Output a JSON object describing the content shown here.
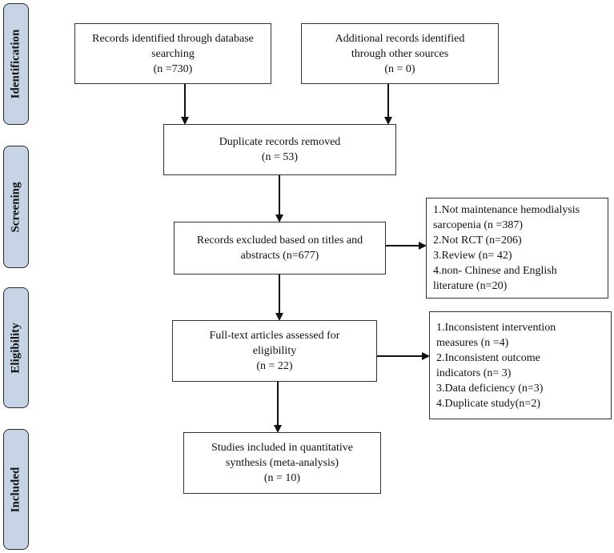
{
  "phases": {
    "identification": "Identification",
    "screening": "Screening",
    "eligibility": "Eligibility",
    "included": "Included"
  },
  "boxes": {
    "database": [
      "Records identified through database",
      "searching",
      "(n =730)"
    ],
    "other_sources": [
      "Additional records identified",
      "through other sources",
      "(n = 0)"
    ],
    "duplicates": [
      "Duplicate records removed",
      "(n = 53)"
    ],
    "excluded_titles": [
      "Records excluded based on titles and",
      "abstracts (n=677)"
    ],
    "exclusion_reasons_1": [
      "1.Not maintenance hemodialysis",
      "sarcopenia (n =387)",
      "2.Not RCT (n=206)",
      "3.Review (n= 42)",
      "4.non- Chinese and English",
      "literature (n=20)"
    ],
    "fulltext": [
      "Full-text articles assessed for",
      "eligibility",
      "(n = 22)"
    ],
    "exclusion_reasons_2": [
      "1.Inconsistent intervention",
      "measures (n =4)",
      "2.Inconsistent outcome",
      "indicators (n= 3)",
      "3.Data deficiency (n=3)",
      "4.Duplicate study(n=2)"
    ],
    "included": [
      "Studies included in quantitative",
      "synthesis (meta-analysis)",
      "(n = 10)"
    ]
  }
}
